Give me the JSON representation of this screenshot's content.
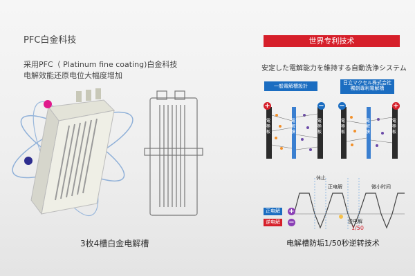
{
  "left": {
    "title": "PFC白金科技",
    "desc_line1": "采用PFC（ Platinum fine coating)白金科技",
    "desc_line2": "电解效能还原电位大幅度增加",
    "caption": "3枚4槽白金电解槽"
  },
  "right": {
    "banner": "世界专利技术",
    "subtitle": "安定した電解能力を維持する自動洗浄システム",
    "box_general": "一般電解槽設計",
    "box_hitachi_line1": "日立マクセル株式会社",
    "box_hitachi_line2": "獨創專利電解槽",
    "plate_label": "電極板",
    "membrane_label": "電解膜",
    "plus_sign": "+",
    "minus_sign": "−",
    "wave": {
      "pause": "休止",
      "forward": "正电解",
      "micro_time": "微小时间",
      "forward_pill": "正电解",
      "reverse_pill": "逆电解",
      "reverse": "逆电解",
      "ratio": "1/50"
    },
    "caption": "电解槽防垢1/50秒逆转技术"
  },
  "colors": {
    "accent_red": "#d61f2a",
    "accent_blue": "#1b6dc1",
    "magenta_dot": "#e01a8c",
    "navy_dot": "#2d2d8f"
  }
}
